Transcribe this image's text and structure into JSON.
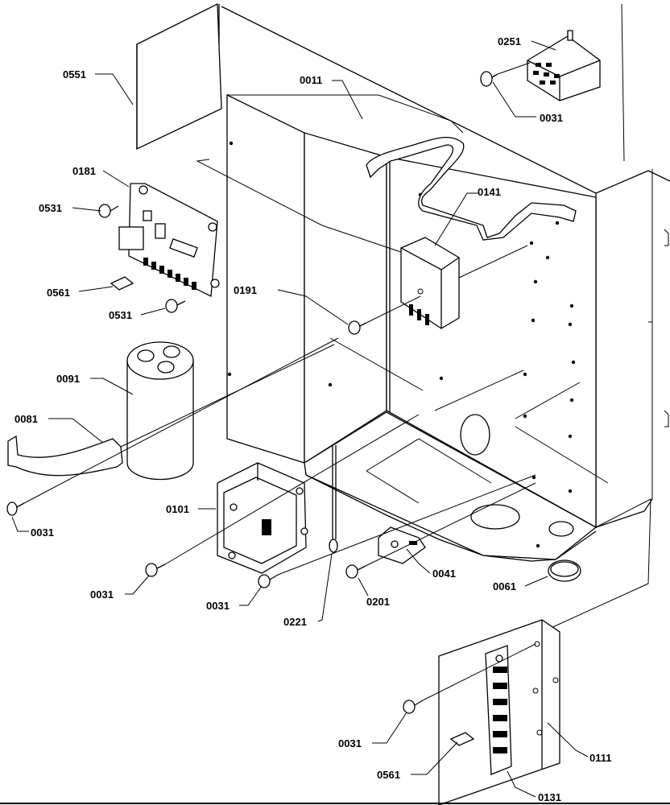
{
  "callouts": {
    "c0551": "0551",
    "c0011": "0011",
    "c0251": "0251",
    "c0031_top": "0031",
    "c0181": "0181",
    "c0531_top": "0531",
    "c0141": "0141",
    "c0561_left": "0561",
    "c0531_low": "0531",
    "c0191": "0191",
    "c0091": "0091",
    "c0081": "0081",
    "c0031_left": "0031",
    "c0101": "0101",
    "c0031_bot1": "0031",
    "c0031_bot2": "0031",
    "c0221": "0221",
    "c0201": "0201",
    "c0041": "0041",
    "c0061": "0061",
    "c0031_right": "0031",
    "c0111": "0111",
    "c0561_right": "0561",
    "c0131": "0131"
  }
}
